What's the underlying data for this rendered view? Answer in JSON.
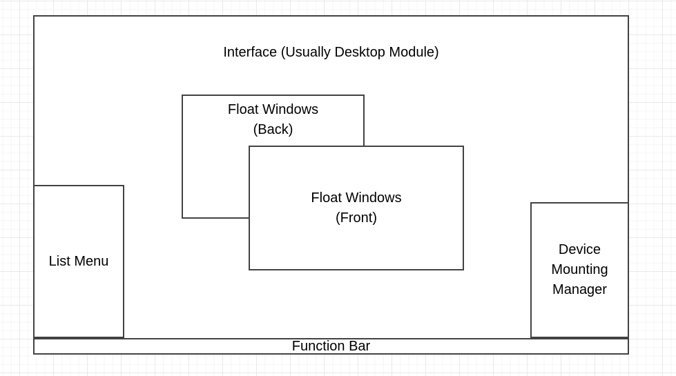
{
  "colors": {
    "node_stroke": "#424242",
    "node_fill": "#ffffff",
    "text": "#000000",
    "canvas_background": "#ffffff",
    "grid_minor_line": "#f5f5f5",
    "grid_major_line": "#e9e9e9"
  },
  "nodes": {
    "interface": {
      "label": "Interface (Usually Desktop Module)"
    },
    "float_back": {
      "label": "Float Windows\n(Back)"
    },
    "float_front": {
      "label": "Float Windows\n(Front)"
    },
    "list_menu": {
      "label": "List Menu"
    },
    "device_mounting_manager": {
      "label": "Device\nMounting\nManager"
    },
    "function_bar": {
      "label": "Function Bar"
    }
  }
}
